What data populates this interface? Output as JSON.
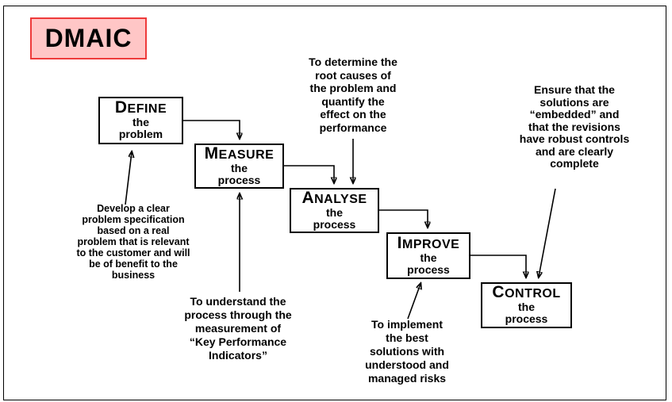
{
  "title": {
    "text": "DMAIC"
  },
  "colors": {
    "title_background": "#ffc6c6",
    "title_border": "#ee3a3a",
    "stage_border": "#000000",
    "stage_background": "#ffffff",
    "text": "#000000",
    "arrow": "#000000"
  },
  "stages": [
    {
      "id": "define",
      "initial": "D",
      "rest": "EFINE",
      "sub": [
        "the",
        "problem"
      ]
    },
    {
      "id": "measure",
      "initial": "M",
      "rest": "EASURE",
      "sub": [
        "the",
        "process"
      ]
    },
    {
      "id": "analyse",
      "initial": "A",
      "rest": "NALYSE",
      "sub": [
        "the",
        "process"
      ]
    },
    {
      "id": "improve",
      "initial": "I",
      "rest": "MPROVE",
      "sub": [
        "the",
        "process"
      ]
    },
    {
      "id": "control",
      "initial": "C",
      "rest": "ONTROL",
      "sub": [
        "the",
        "process"
      ]
    }
  ],
  "annotations": [
    {
      "id": "define-note",
      "lines": [
        "Develop a clear",
        "problem specification",
        "based on a real",
        "problem that is relevant",
        "to the customer and will",
        "be of benefit to the",
        "business"
      ]
    },
    {
      "id": "measure-note",
      "lines": [
        "To understand the",
        "process through the",
        "measurement of",
        "“Key Performance",
        "Indicators”"
      ]
    },
    {
      "id": "analyse-note",
      "lines": [
        "To determine the",
        "root causes of",
        "the problem and",
        "quantify the",
        "effect on the",
        "performance"
      ]
    },
    {
      "id": "improve-note",
      "lines": [
        "To implement",
        "the best",
        "solutions with",
        "understood and",
        "managed risks"
      ]
    },
    {
      "id": "control-note",
      "lines": [
        "Ensure that the",
        "solutions are",
        "“embedded” and",
        "that the revisions",
        "have robust controls",
        "and are clearly",
        "complete"
      ]
    }
  ]
}
